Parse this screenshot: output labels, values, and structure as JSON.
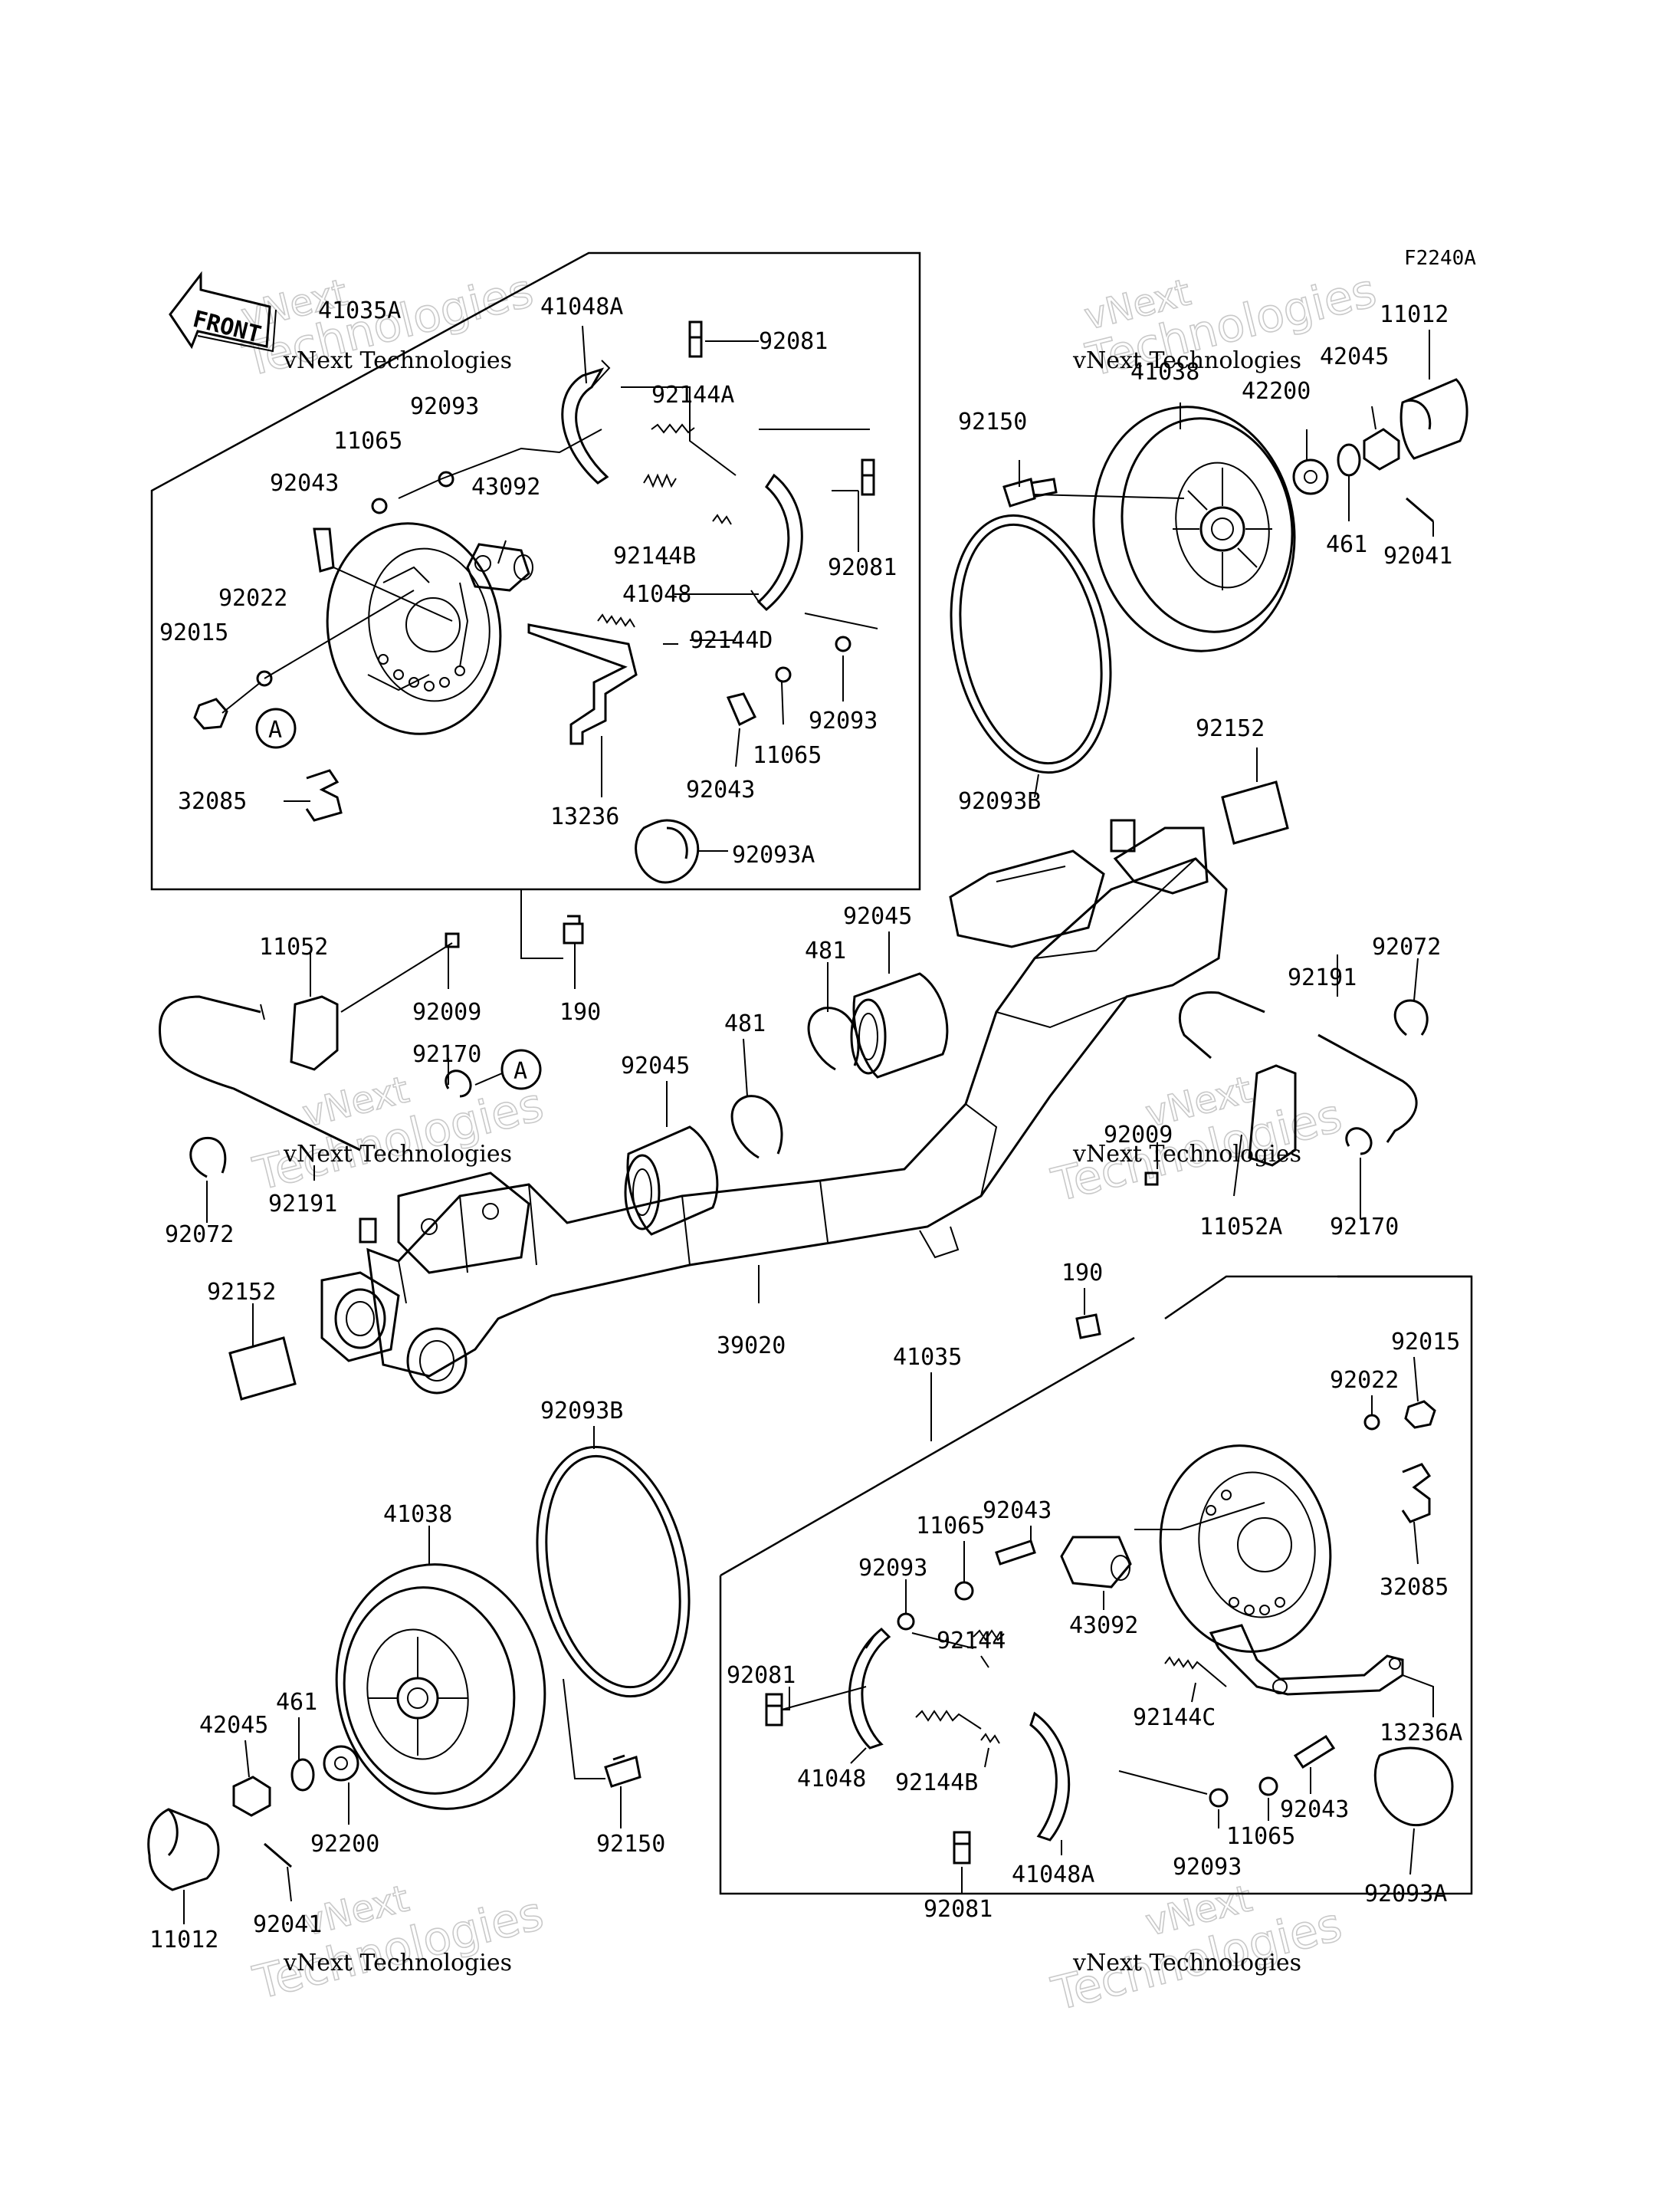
{
  "diagram_code": "F2240A",
  "front_label": "FRONT",
  "watermark": {
    "line1": "vNext",
    "line2": "Technologies",
    "caption": "vNext Technologies"
  },
  "labels": {
    "l41035A": "41035A",
    "l41048A_t": "41048A",
    "l92081_t1": "92081",
    "l92144A": "92144A",
    "l92093_t": "92093",
    "l11065_t": "11065",
    "l92043_t": "92043",
    "l43092_t": "43092",
    "l92144B_t": "92144B",
    "l92081_t2": "92081",
    "l41048_t": "41048",
    "l92022_t": "92022",
    "l92015_t": "92015",
    "l92144D": "92144D",
    "l92093_t2": "92093",
    "l11065_t2": "11065",
    "l92043_t2": "92043",
    "l13236": "13236",
    "l32085_t": "32085",
    "l92093A_t": "92093A",
    "l41038_t": "41038",
    "l42200": "42200",
    "l42045_t": "42045",
    "l11012_t": "11012",
    "l92150_t": "92150",
    "l461_t": "461",
    "l92041_t": "92041",
    "l92093B_t": "92093B",
    "l92152_t": "92152",
    "l92045_t": "92045",
    "l481_t": "481",
    "l92072_r": "92072",
    "l92191_r": "92191",
    "l11052": "11052",
    "l92009_l": "92009",
    "l190_l": "190",
    "l92170_l": "92170",
    "l481_m": "481",
    "l92045_m": "92045",
    "l92009_r": "92009",
    "l11052A": "11052A",
    "l92170_r": "92170",
    "l92072_l": "92072",
    "l92191_l": "92191",
    "l92152_l": "92152",
    "l39020": "39020",
    "l190_r": "190",
    "l92015_b": "92015",
    "l92022_b": "92022",
    "l41035": "41035",
    "l92093B_b": "92093B",
    "l41038_b": "41038",
    "l92043_b": "92043",
    "l11065_b": "11065",
    "l92093_b": "92093",
    "l92081_b": "92081",
    "l43092_b": "43092",
    "l92144": "92144",
    "l32085_b": "32085",
    "l13236A": "13236A",
    "l92144C": "92144C",
    "l41048_b": "41048",
    "l92144B_b": "92144B",
    "l92043_b2": "92043",
    "l11065_b2": "11065",
    "l92093_b2": "92093",
    "l41048A_b": "41048A",
    "l92081_b2": "92081",
    "l92093A_b": "92093A",
    "l461_b": "461",
    "l42045_b": "42045",
    "l92200_b": "92200",
    "l92150_b": "92150",
    "l11012_b": "11012",
    "l92041_b": "92041",
    "ref_a": "A"
  }
}
